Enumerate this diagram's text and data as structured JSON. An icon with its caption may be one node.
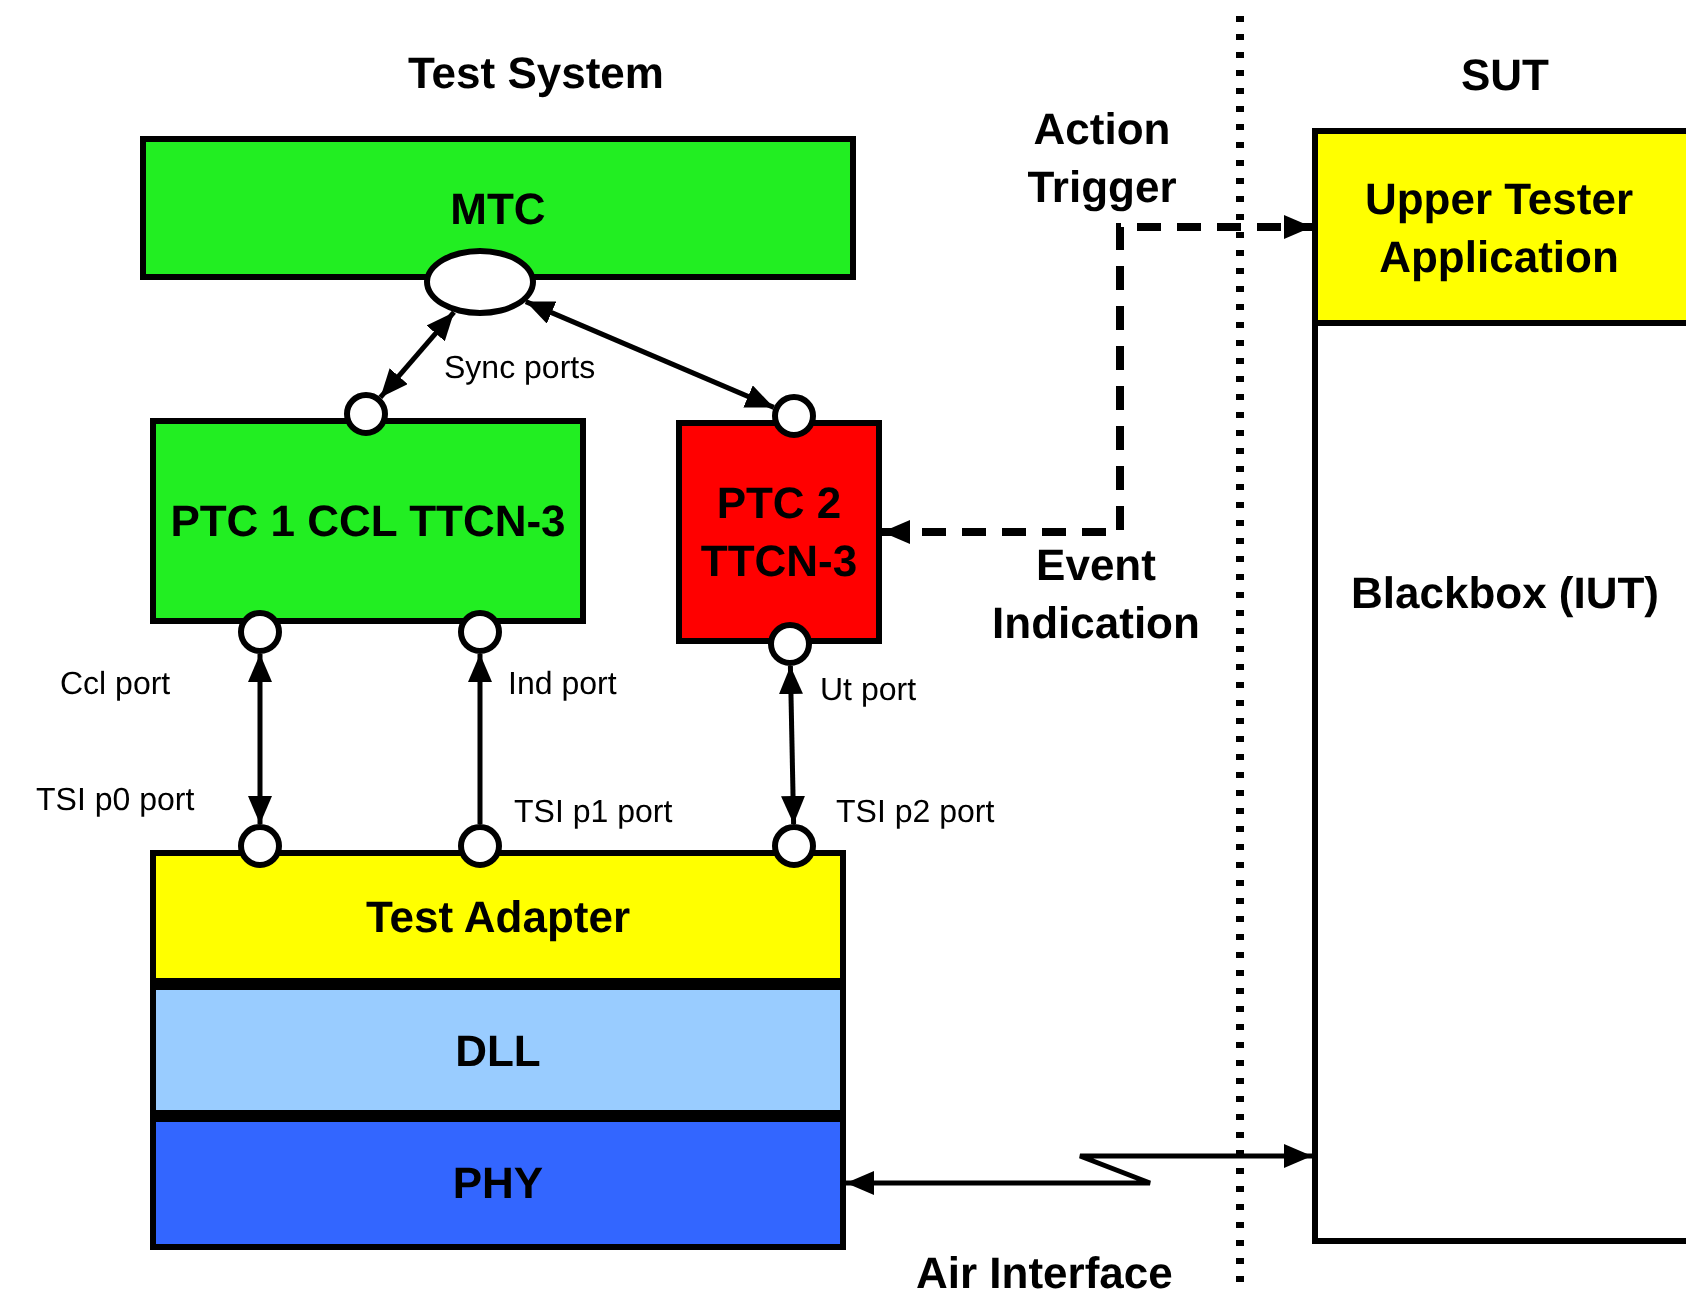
{
  "diagram": {
    "nodes": [
      {
        "text": [
          "MTC"
        ]
      },
      {
        "text": [],
        "shape": "ellipse"
      },
      {
        "text": [
          "PTC 1 CCL TTCN-3"
        ]
      },
      {
        "text": [],
        "shape": "circle"
      },
      {
        "text": [
          "PTC 2 TTCN-3"
        ]
      },
      {
        "text": [],
        "shape": "circle"
      },
      {
        "text": [],
        "shape": "circle",
        "beside": [
          "Ccl port"
        ]
      },
      {
        "text": [],
        "shape": "circle",
        "beside": [
          "Ind port"
        ]
      },
      {
        "text": [],
        "shape": "circle",
        "beside": [
          "Ut port"
        ]
      },
      {
        "text": [],
        "shape": "circle",
        "beside": [
          "TSI p0 port"
        ]
      },
      {
        "text": [],
        "shape": "circle",
        "beside": [
          "TSI p1 port"
        ]
      },
      {
        "text": [],
        "shape": "circle",
        "beside": [
          "TSI p2 port"
        ]
      },
      {
        "text": [
          "Test Adapter"
        ]
      },
      {
        "text": [
          "DLL"
        ]
      },
      {
        "text": [
          "PHY"
        ]
      },
      {
        "text": [
          "SUT",
          "Blackbox (IUT)"
        ]
      },
      {
        "text": [
          "Upper Tester Application"
        ],
        "in": 15
      }
    ],
    "edges": [
      {
        "from": 1,
        "to": 3,
        "arrow": "both"
      },
      {
        "from": 1,
        "to": 5,
        "arrow": "both"
      },
      {
        "from": 6,
        "to": 9,
        "arrow": "both"
      },
      {
        "from": 10,
        "to": 7,
        "arrow": "to"
      },
      {
        "from": 8,
        "to": 11,
        "arrow": "both"
      },
      {
        "from": 4,
        "to": 16,
        "arrow": "both",
        "style": "dashed",
        "label": "Action Trigger"
      },
      {
        "from": 14,
        "to": 15,
        "arrow": "both",
        "label": "Air Interface"
      }
    ],
    "labels": [
      "Test System",
      "Sync ports",
      "Event Indication"
    ]
  }
}
